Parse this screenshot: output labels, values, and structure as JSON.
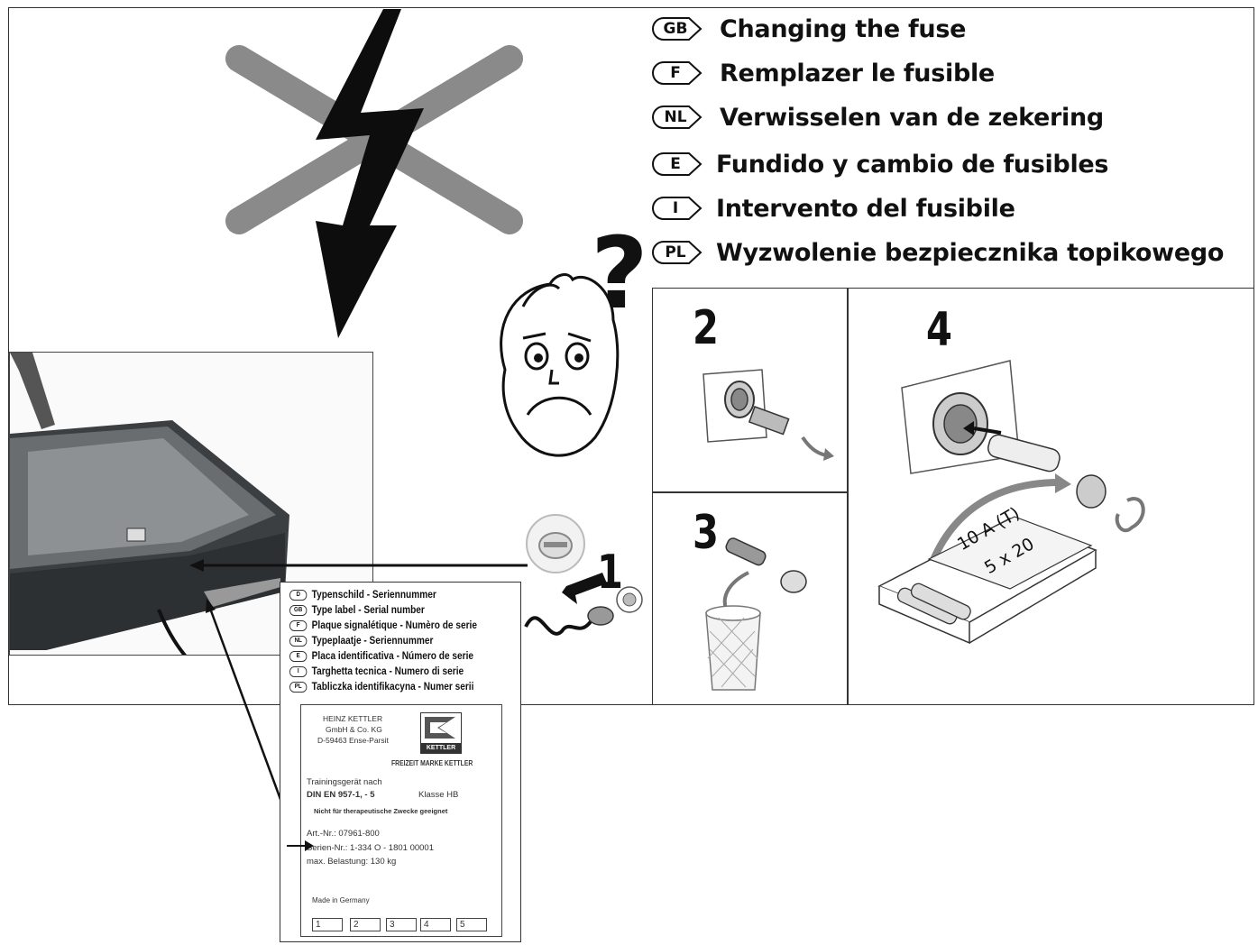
{
  "languages": [
    {
      "code": "GB",
      "title": "Changing the fuse"
    },
    {
      "code": "F",
      "title": "Remplazer le fusible"
    },
    {
      "code": "NL",
      "title": "Verwisselen van de zekering"
    },
    {
      "code": "E",
      "title": "Fundido y cambio de fusibles"
    },
    {
      "code": "I",
      "title": "Intervento del fusibile"
    },
    {
      "code": "PL",
      "title": "Wyzwolenie bezpiecznika topikowego"
    }
  ],
  "steps": {
    "s1": "1",
    "s2": "2",
    "s3": "3",
    "s4": "4"
  },
  "fuse_box": {
    "line1": "10 A (T)",
    "line2": "5 x 20"
  },
  "question_mark": "?",
  "label_card": {
    "languages": [
      {
        "code": "D",
        "text": "Typenschild - Seriennummer"
      },
      {
        "code": "GB",
        "text": "Type label - Serial number"
      },
      {
        "code": "F",
        "text": "Plaque signalétique - Numèro de serie"
      },
      {
        "code": "NL",
        "text": "Typeplaatje - Seriennummer"
      },
      {
        "code": "E",
        "text": "Placa identificativa - Número de serie"
      },
      {
        "code": "I",
        "text": "Targhetta tecnica - Numero di serie"
      },
      {
        "code": "PL",
        "text": "Tabliczka identifikacyna - Numer serii"
      }
    ],
    "plate": {
      "maker_line1": "HEINZ KETTLER",
      "maker_line2": "GmbH & Co. KG",
      "maker_line3": "D-59463 Ense-Parsit",
      "logo_text": "KETTLER",
      "brand": "FREIZEIT MARKE KETTLER",
      "device_line": "Trainingsgerät nach",
      "norm": "DIN EN 957-1, - 5",
      "klasse": "Klasse HB",
      "note": "Nicht für therapeutische Zwecke geeignet",
      "art_nr": "Art.-Nr.:  07961-800",
      "serien_nr": "Serien-Nr.: 1-334   O - 1801   00001",
      "max_load": "max. Belastung: 130 kg",
      "made_in": "Made in Germany",
      "boxes": [
        "1",
        "2",
        "3",
        "4",
        "5"
      ]
    }
  }
}
